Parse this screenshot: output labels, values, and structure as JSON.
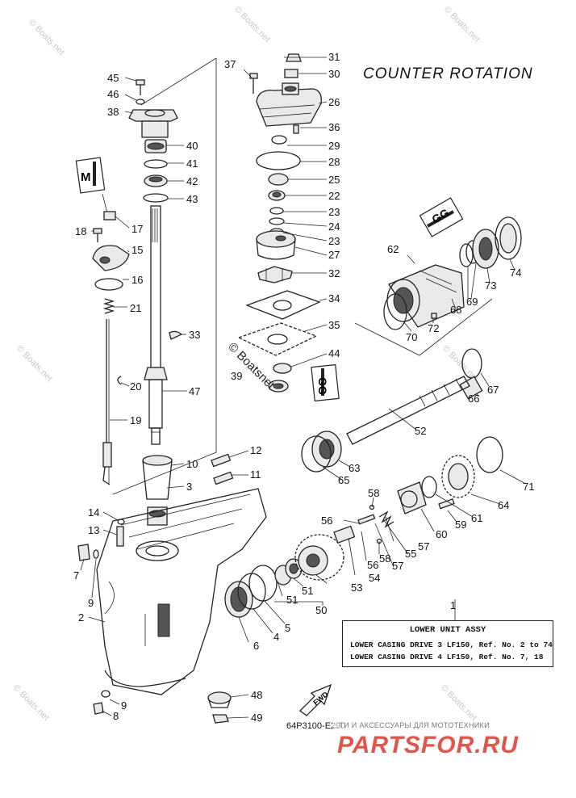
{
  "title": "COUNTER ROTATION",
  "watermark_text": "© Boats.net",
  "copyright_mark": "© Boatsnet",
  "figure_code": "64P3100-E290",
  "legend": {
    "ref": "1",
    "title": "LOWER UNIT ASSY",
    "line1": "LOWER CASING DRIVE 3 LF150, Ref. No. 2 to 74",
    "line2": "LOWER CASING DRIVE 4 LF150, Ref. No. 7, 18"
  },
  "shop": {
    "tagline": "...ТИ И АКСЕССУАРЫ ДЛЯ МОТОТЕХНИКИ",
    "logo": "PARTSFOR.RU"
  },
  "fwd_label": "FWD",
  "callouts": {
    "c1": "1",
    "c2": "2",
    "c3": "3",
    "c4": "4",
    "c5": "5",
    "c6": "6",
    "c7": "7",
    "c8": "8",
    "c9a": "9",
    "c9b": "9",
    "c10": "10",
    "c11": "11",
    "c12": "12",
    "c13": "13",
    "c14": "14",
    "c15": "15",
    "c16": "16",
    "c17": "17",
    "c18": "18",
    "c19": "19",
    "c20": "20",
    "c21": "21",
    "c22": "22",
    "c23a": "23",
    "c23b": "23",
    "c24": "24",
    "c25": "25",
    "c26": "26",
    "c27": "27",
    "c28": "28",
    "c29": "29",
    "c30": "30",
    "c31": "31",
    "c32": "32",
    "c33": "33",
    "c34": "34",
    "c35": "35",
    "c36": "36",
    "c37": "37",
    "c38": "38",
    "c39": "39",
    "c40": "40",
    "c41": "41",
    "c42": "42",
    "c43": "43",
    "c44": "44",
    "c45": "45",
    "c46": "46",
    "c47": "47",
    "c48": "48",
    "c49": "49",
    "c50": "50",
    "c51a": "51",
    "c51b": "51",
    "c52": "52",
    "c53": "53",
    "c54": "54",
    "c55": "55",
    "c56a": "56",
    "c56b": "56",
    "c57a": "57",
    "c57b": "57",
    "c58a": "58",
    "c58b": "58",
    "c59": "59",
    "c60": "60",
    "c61": "61",
    "c62": "62",
    "c63": "63",
    "c64": "64",
    "c65": "65",
    "c66": "66",
    "c67": "67",
    "c68": "68",
    "c69": "69",
    "c70": "70",
    "c71": "71",
    "c72": "72",
    "c73": "73",
    "c74": "74"
  },
  "sealant_labels": {
    "s1": "M",
    "s2": "GG",
    "s3": "GG"
  }
}
